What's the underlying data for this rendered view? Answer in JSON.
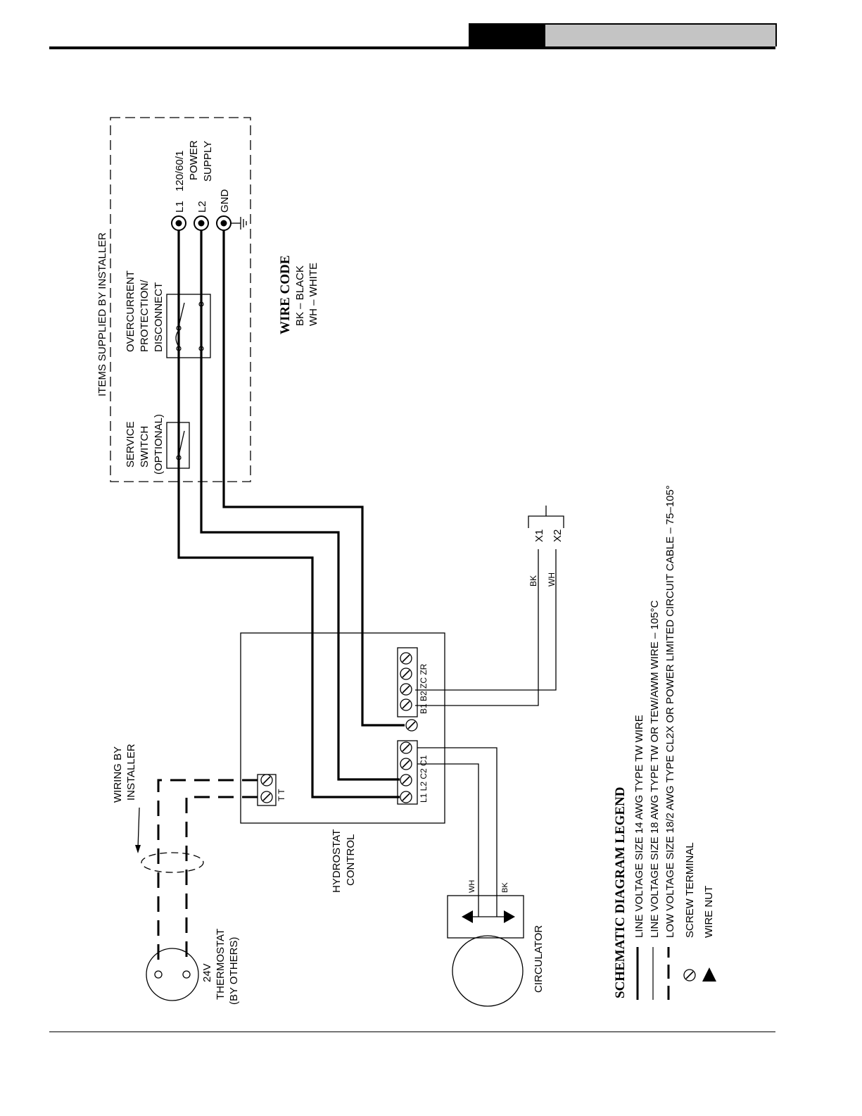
{
  "header": {
    "dark_block_color": "#000000",
    "title_bar_color": "#c4c4c4"
  },
  "installer_box": {
    "title": "ITEMS  SUPPLIED  BY  INSTALLER",
    "service_switch": [
      "SERVICE",
      "SWITCH",
      "(OPTIONAL)"
    ],
    "overcurrent": [
      "OVERCURRENT",
      "PROTECTION/",
      "DISCONNECT"
    ],
    "l1": "L1",
    "l2": "L2",
    "gnd": "GND",
    "power_supply": [
      "120/60/1",
      "POWER",
      "SUPPLY"
    ]
  },
  "wire_code": {
    "title": "WIRE  CODE",
    "bk": "BK – BLACK",
    "wh": "WH – WHITE"
  },
  "x_terminals": {
    "x1": "X1",
    "x2": "X2",
    "bk": "BK",
    "wh": "WH"
  },
  "hydrostat": {
    "label": [
      "HYDROSTAT",
      "CONTROL"
    ],
    "top_terminals": "B1 B2 ZC ZR",
    "line_terminals": "L1 L2 C2 C1",
    "t_terminals": "T    T"
  },
  "installer_wiring": [
    "WIRING  BY",
    "INSTALLER"
  ],
  "thermostat": [
    "24V",
    "THERMOSTAT",
    "(BY  OTHERS)"
  ],
  "circulator": {
    "label": "CIRCULATOR",
    "wh": "WH",
    "bk": "BK"
  },
  "legend": {
    "title": "SCHEMATIC  DIAGRAM  LEGEND",
    "line": "LINE  VOLTAGE  SIZE  14  AWG  TYPE  TW  WIRE",
    "line_18": "LINE  VOLTAGE  SIZE  18  AWG  TYPE  TW  OR  TEW/AWM  WIRE  –  105°C",
    "low": "LOW  VOLTAGE  SIZE  18/2  AWG  TYPE  CL2X  OR  POWER  LIMITED  CIRCUIT  CABLE  –  75–105°",
    "screw": "SCREW  TERMINAL",
    "nut": "WIRE  NUT"
  }
}
